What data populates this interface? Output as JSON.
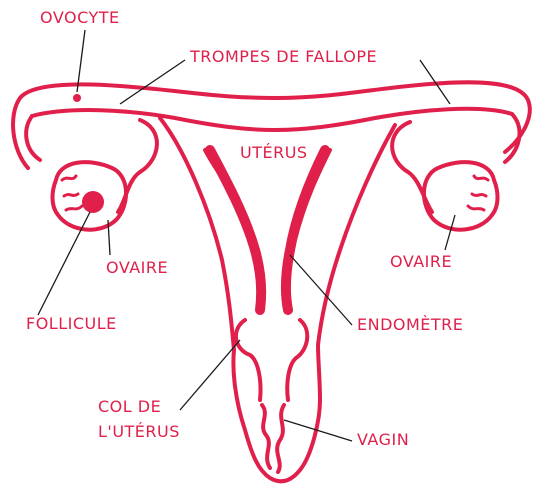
{
  "colors": {
    "organ": "#e0204a",
    "label": "#e0204a",
    "leader": "#1a1a1a",
    "background": "#ffffff"
  },
  "labels": {
    "ovocyte": "OVOCYTE",
    "trompes": "TROMPES DE FALLOPE",
    "uterus": "UTÉRUS",
    "ovaire_left": "OVAIRE",
    "ovaire_right": "OVAIRE",
    "follicule": "FOLLICULE",
    "endometre": "ENDOMÈTRE",
    "col_line1": "COL DE",
    "col_line2": "L'UTÉRUS",
    "vagin": "VAGIN"
  }
}
